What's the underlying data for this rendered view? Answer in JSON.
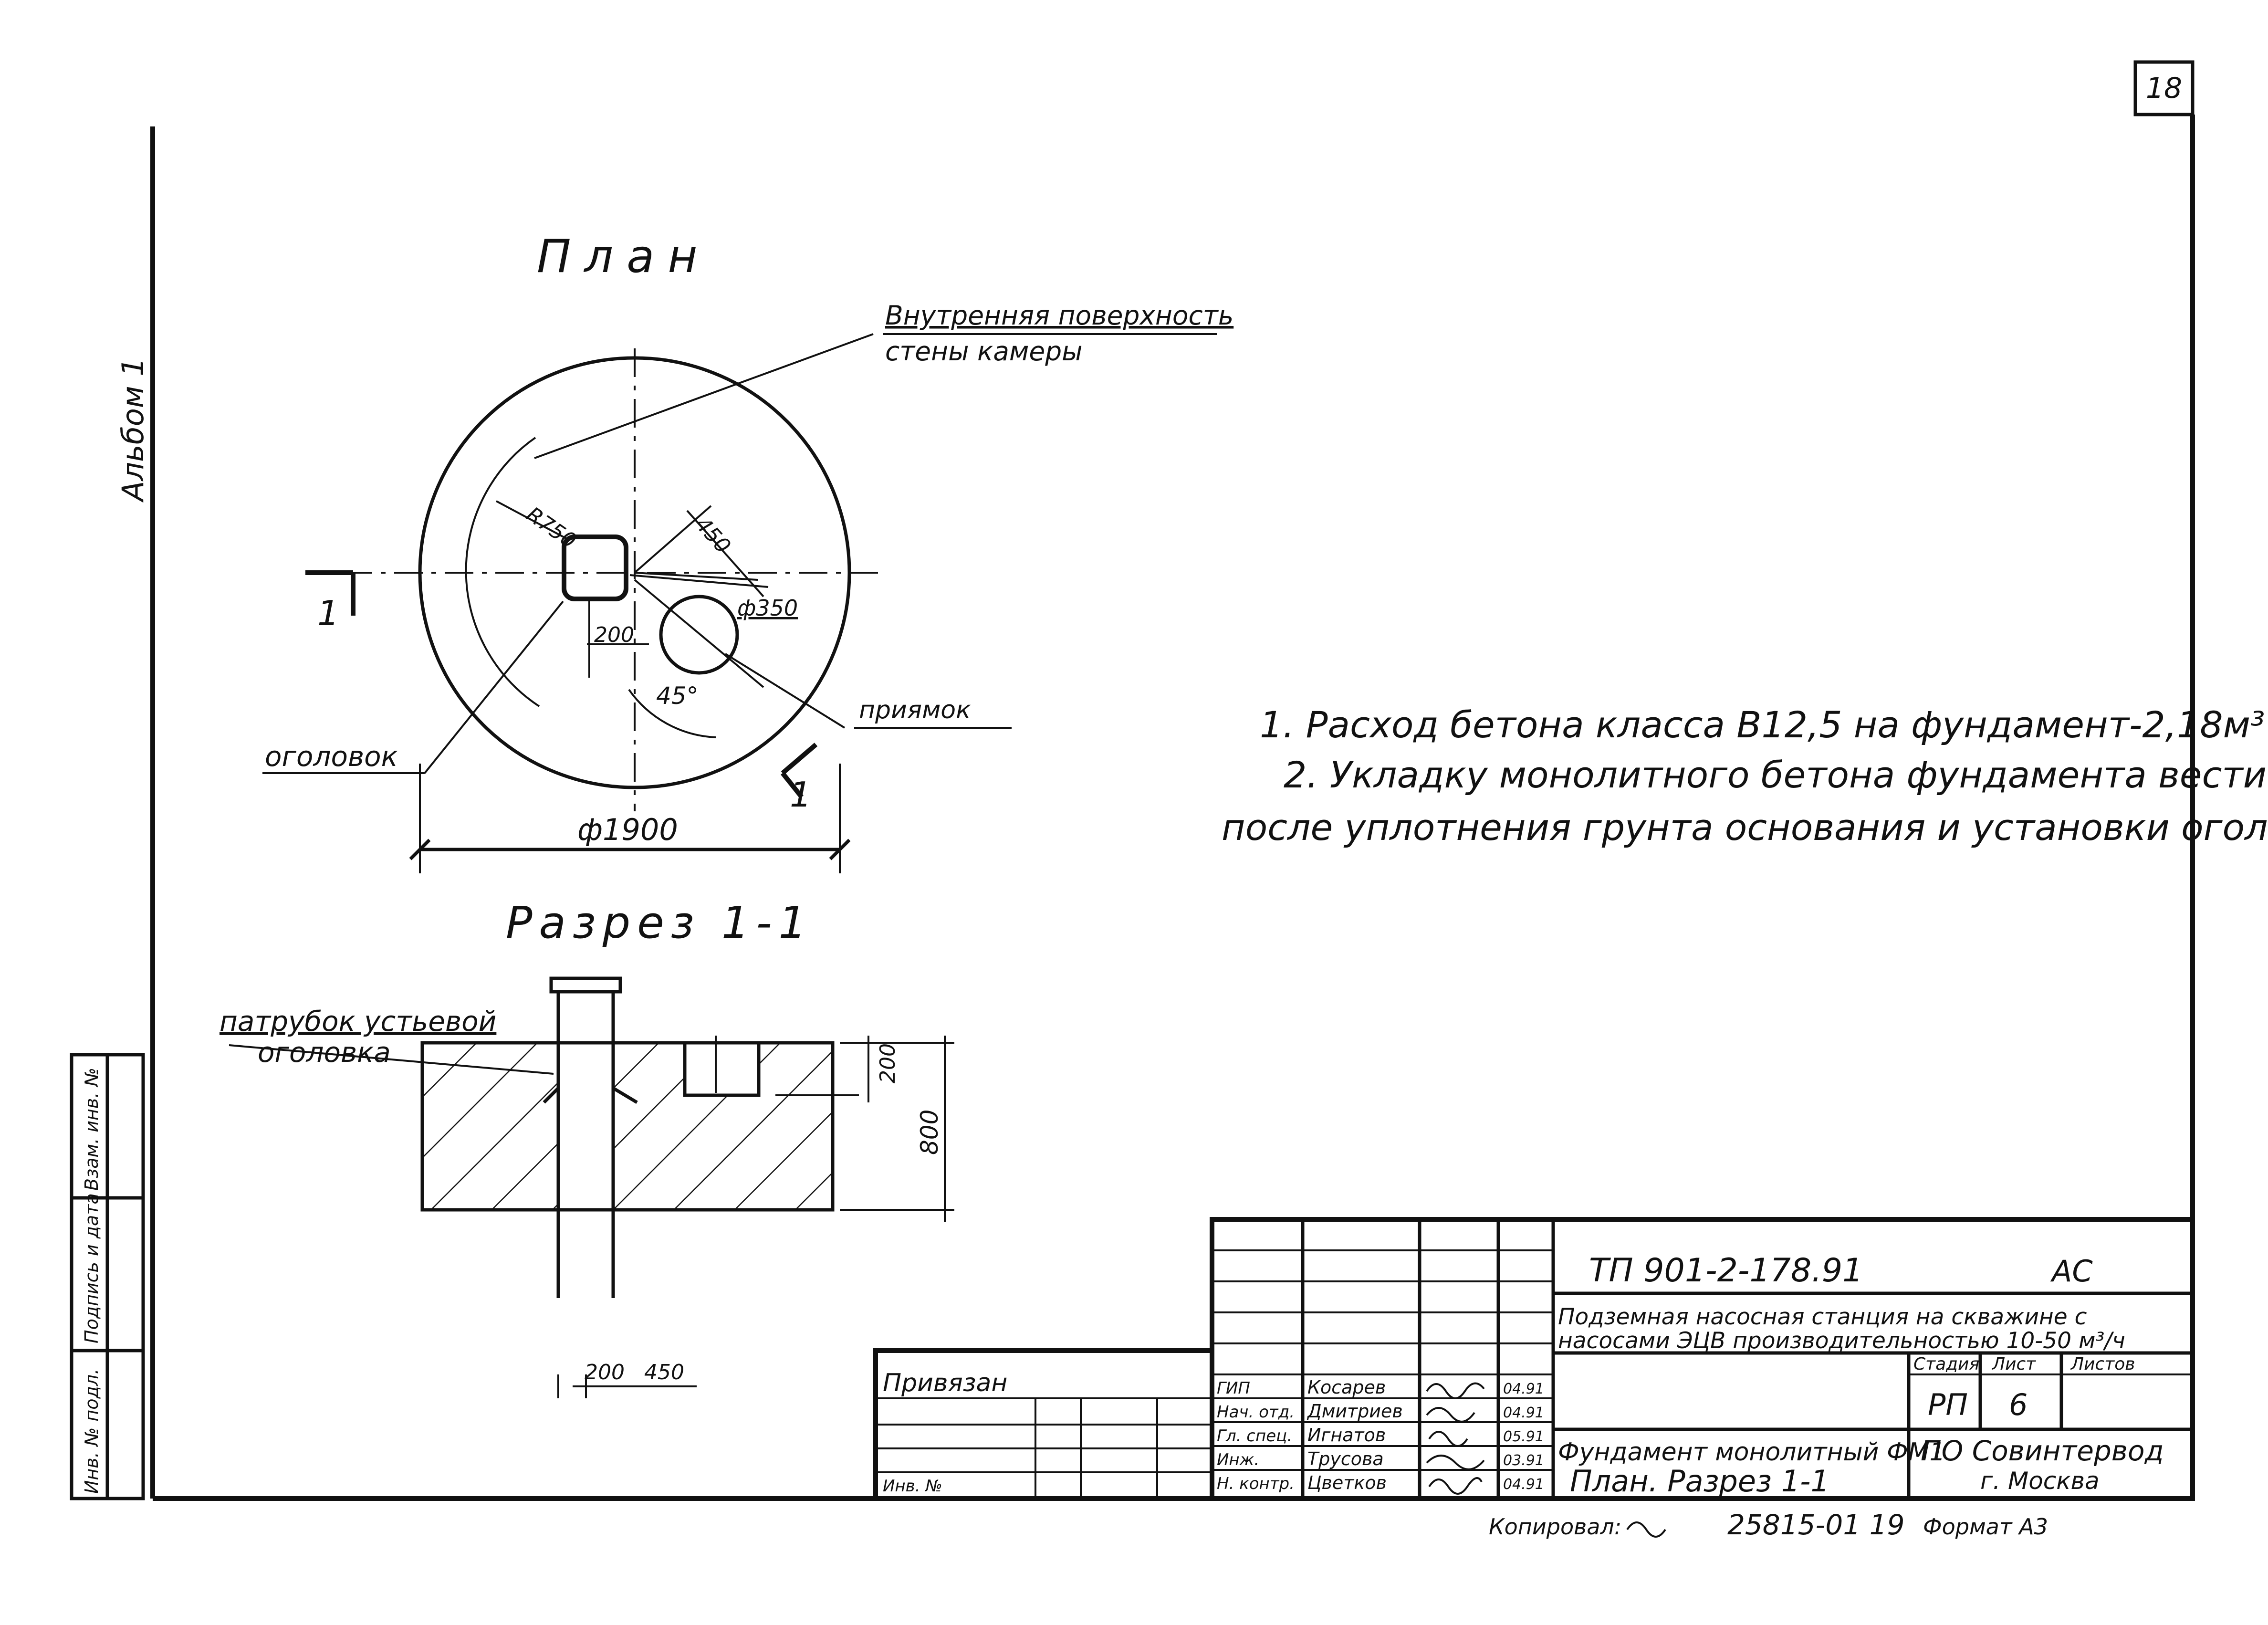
{
  "sheet_number": "18",
  "album_label": "Альбом 1",
  "plan": {
    "title": "План",
    "wall_label_line1": "Внутренняя поверхность",
    "wall_label_line2": "стены камеры",
    "radius_label": "R750",
    "dim_450": "450",
    "pit_diameter": "ф350",
    "dim_200": "200",
    "angle": "45°",
    "outer_diameter": "ф1900",
    "head_label": "оголовок",
    "pit_label": "приямок",
    "section_mark": "1"
  },
  "notes": {
    "note1": "1. Расход бетона класса В12,5 на фундамент-2,18м³",
    "note2": "2. Укладку монолитного бетона фундамента вести",
    "note3": "после уплотнения грунта основания и установки оголовка."
  },
  "section": {
    "title": "Разрез 1-1",
    "pipe_label_line1": "патрубок устьевой",
    "pipe_label_line2": "оголовка",
    "dim_200_right": "200",
    "dim_800": "800",
    "dim_200_bottom": "200",
    "dim_450_bottom": "450"
  },
  "left_stamp": {
    "labels": [
      "Инв. № подл.",
      "Подпись и дата",
      "Взам. инв. №"
    ]
  },
  "binding_table": {
    "title": "Привязан",
    "inv_label": "Инв. №"
  },
  "title_block": {
    "doc_code": "ТП 901-2-178.91",
    "section_code": "АС",
    "project_line1": "Подземная насосная станция на скважине с",
    "project_line2": "насосами ЭЦВ производительностью 10-50 м³/ч",
    "header_stage": "Стадия",
    "header_sheet": "Лист",
    "header_sheets": "Листов",
    "stage": "РП",
    "sheet": "6",
    "sheet_title_line1": "Фундамент монолитный ФМ1",
    "sheet_title_line2": "План. Разрез 1-1",
    "org_line1": "ПО Совинтервод",
    "org_line2": "г. Москва",
    "roles": [
      "ГИП",
      "Нач. отд.",
      "Гл. спец.",
      "Инж.",
      "Н. контр."
    ],
    "names": [
      "Косарев",
      "Дмитриев",
      "Игнатов",
      "Трусова",
      "Цветков"
    ],
    "dates": [
      "04.91",
      "04.91",
      "05.91",
      "03.91",
      "04.91"
    ]
  },
  "footer": {
    "copied": "Копировал:",
    "inventory": "25815-01 19",
    "format": "Формат А3"
  }
}
